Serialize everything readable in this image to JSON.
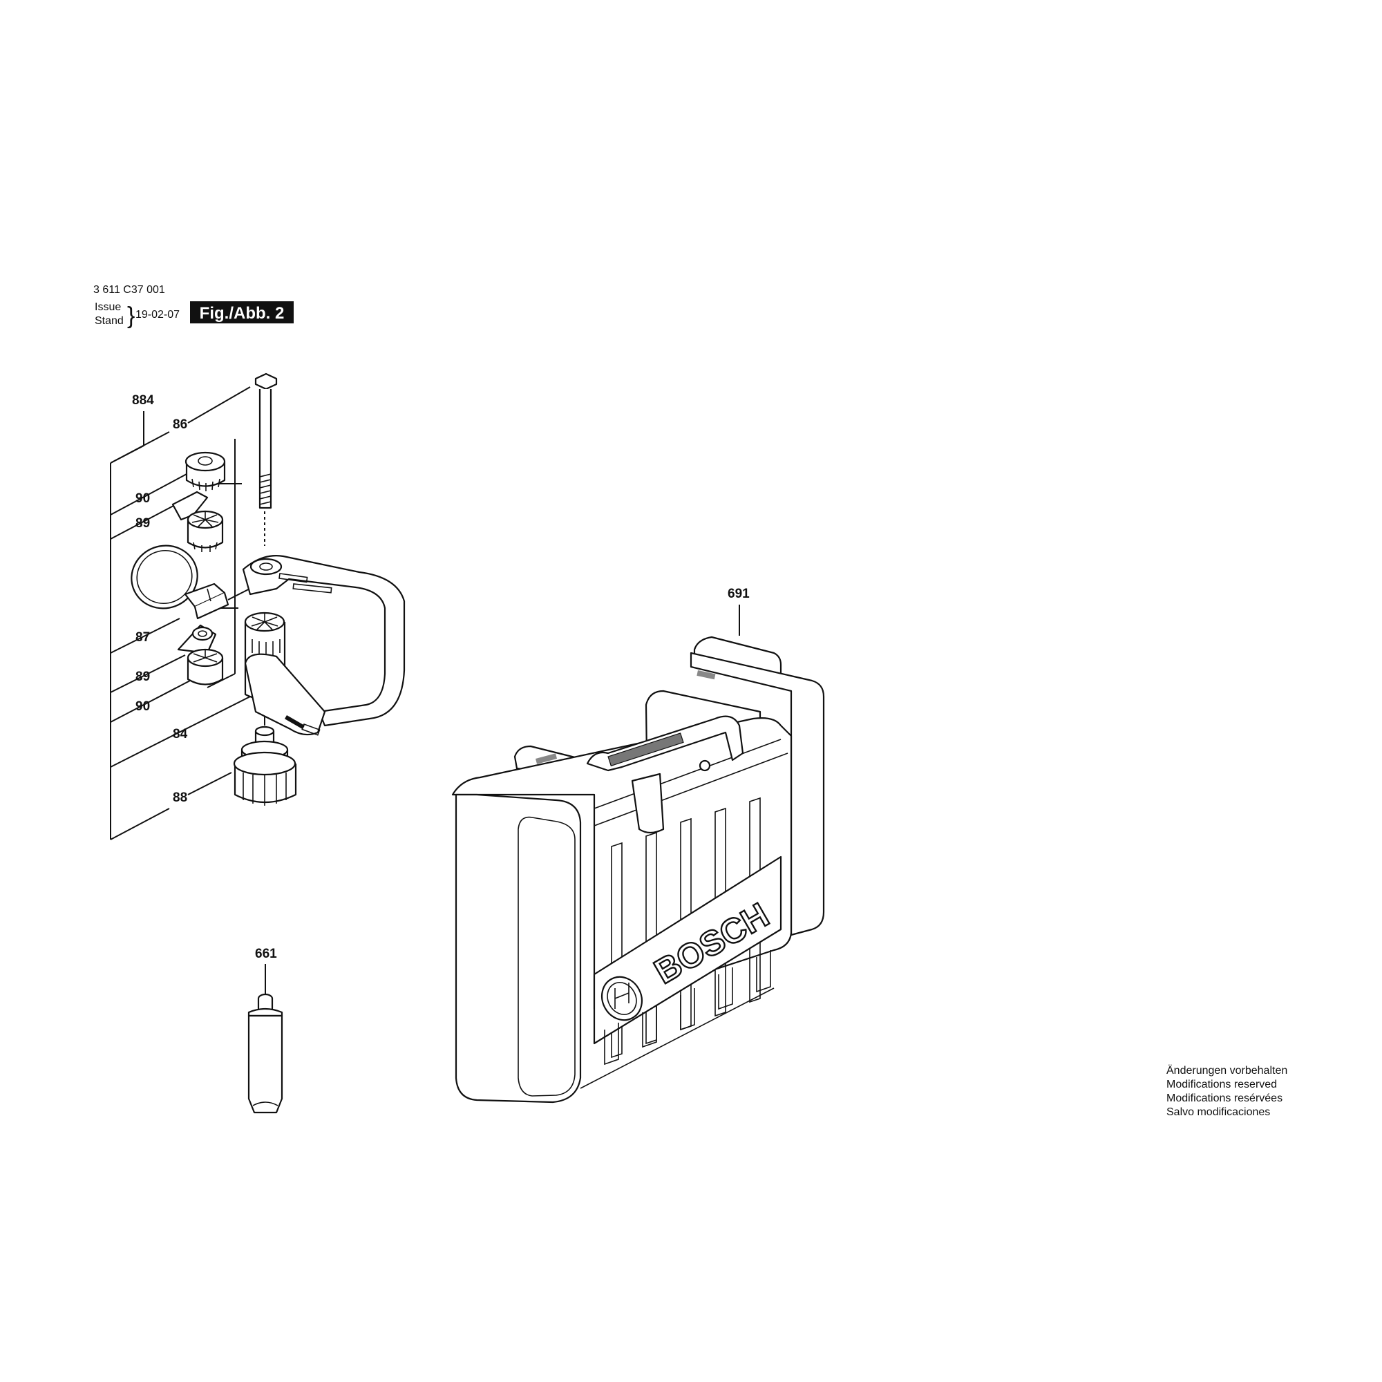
{
  "header": {
    "part_number": "3 611 C37 001",
    "issue_label": "Issue",
    "stand_label": "Stand",
    "brace": "}",
    "date": "19-02-07",
    "figure": "Fig./Abb. 2"
  },
  "callouts": {
    "c884": "884",
    "c86": "86",
    "c90a": "90",
    "c89a": "89",
    "c87": "87",
    "c89b": "89",
    "c90b": "90",
    "c84": "84",
    "c88": "88",
    "c661": "661",
    "c691": "691"
  },
  "case": {
    "brand": "BOSCH"
  },
  "notes": [
    "Änderungen vorbehalten",
    "Modifications reserved",
    "Modifications resérvées",
    "Salvo modificaciones"
  ]
}
